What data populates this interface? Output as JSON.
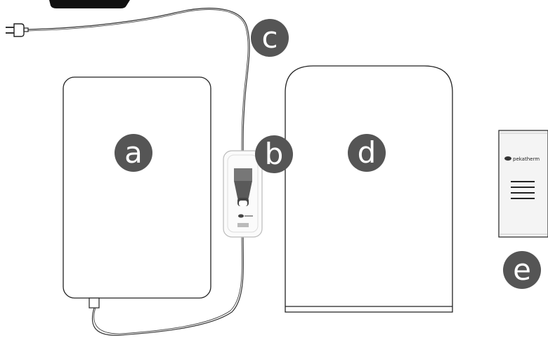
{
  "labels": {
    "a": "a",
    "b": "b",
    "c": "c",
    "d": "d",
    "e": "e"
  },
  "manual": {
    "brand": "pekatherm"
  },
  "colors": {
    "label_circle": "#555555",
    "label_text": "#ffffff",
    "outline": "#222222",
    "background": "#ffffff"
  },
  "icons": {
    "plug": "plug-icon",
    "controller": "controller-icon",
    "brand_logo": "brand-logo-icon"
  }
}
